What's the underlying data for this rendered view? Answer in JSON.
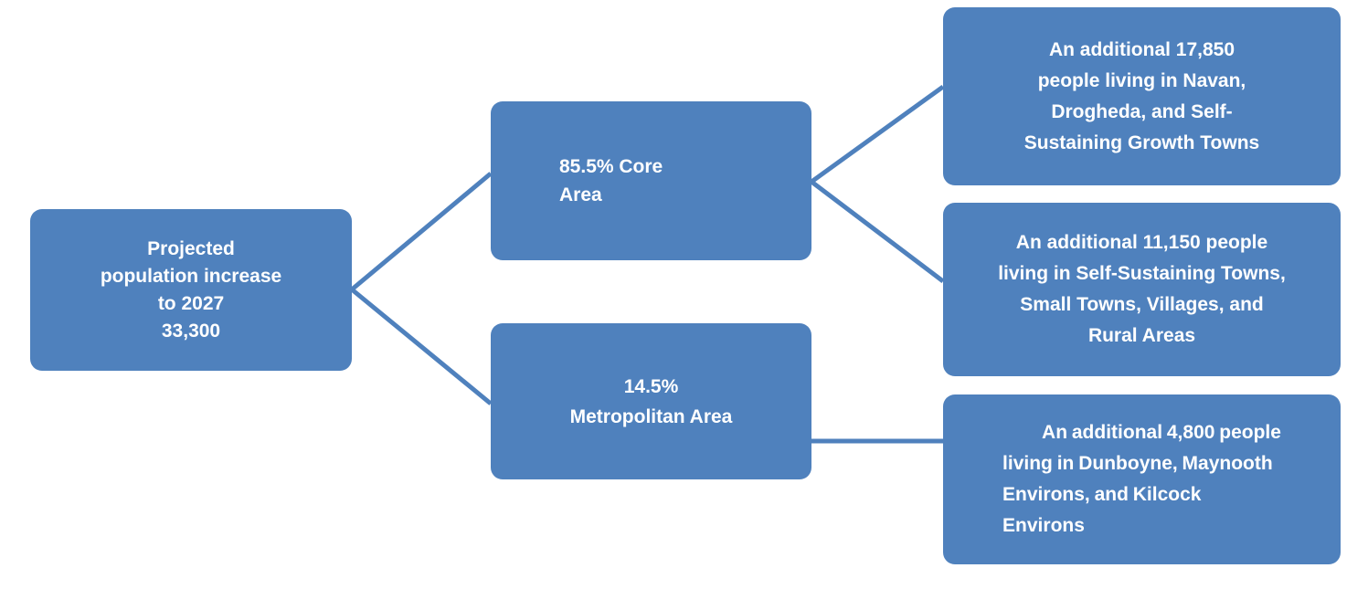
{
  "diagram": {
    "type": "flowchart",
    "accent_color": "#4F81BD",
    "text_color": "#FFFFFF",
    "background_color": "#FFFFFF",
    "root": {
      "id": "root",
      "text": "Projected\npopulation increase\nto 2027\n33,300"
    },
    "branches": [
      {
        "id": "core",
        "text": "85.5% Core\nArea"
      },
      {
        "id": "metro",
        "text": "14.5%\nMetropolitan Area"
      }
    ],
    "leaves": [
      {
        "id": "leaf-0",
        "text": "An additional 17,850\npeople living in Navan,\nDrogheda, and Self-\nSustaining Growth Towns"
      },
      {
        "id": "leaf-1",
        "text": "An additional 11,150 people\nliving in Self-Sustaining Towns,\nSmall Towns, Villages, and\nRural Areas"
      },
      {
        "id": "leaf-2",
        "text": "An additional 4,800 people\nliving in Dunboyne, Maynooth\nEnvirons, and Kilcock\nEnvirons"
      }
    ],
    "connectors": [
      {
        "id": "root-to-core",
        "from": "root",
        "to": "core",
        "style": "diagonal"
      },
      {
        "id": "root-to-metro",
        "from": "root",
        "to": "metro",
        "style": "diagonal"
      },
      {
        "id": "core-to-leaf-0",
        "from": "core",
        "to": "leaf-0",
        "style": "diagonal"
      },
      {
        "id": "core-to-leaf-1",
        "from": "core",
        "to": "leaf-1",
        "style": "diagonal"
      },
      {
        "id": "metro-to-leaf-2",
        "from": "metro",
        "to": "leaf-2",
        "style": "straight"
      }
    ]
  }
}
